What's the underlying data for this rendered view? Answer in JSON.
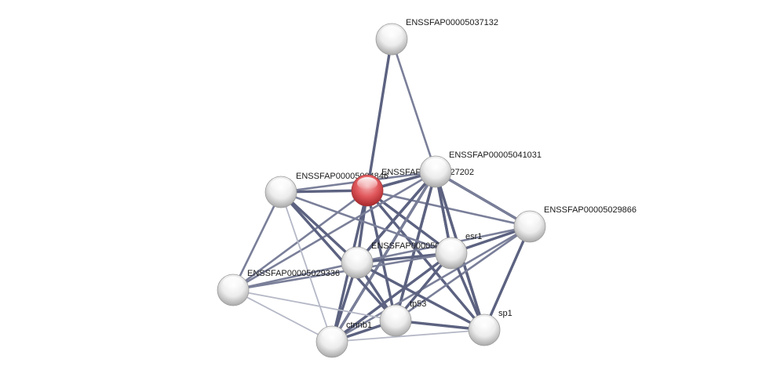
{
  "network": {
    "nodes": [
      {
        "id": "n37132",
        "label": "ENSSFAP00005037132",
        "color": "grey"
      },
      {
        "id": "n41031",
        "label": "ENSSFAP00005041031",
        "color": "grey"
      },
      {
        "id": "n27202",
        "label": "ENSSFAP00005027202",
        "color": "grey"
      },
      {
        "id": "n04846",
        "label": "ENSSFAP00005004846",
        "color": "red"
      },
      {
        "id": "n29866",
        "label": "ENSSFAP00005029866",
        "color": "grey"
      },
      {
        "id": "esr1",
        "label": "esr1",
        "color": "grey"
      },
      {
        "id": "nHidden",
        "label": "ENSSFAP000050",
        "color": "grey"
      },
      {
        "id": "n29336",
        "label": "ENSSFAP00005029336",
        "color": "grey"
      },
      {
        "id": "tp53",
        "label": "tp53",
        "color": "grey"
      },
      {
        "id": "ctnnb1",
        "label": "ctnnb1",
        "color": "grey"
      },
      {
        "id": "sp1",
        "label": "sp1",
        "color": "grey"
      }
    ],
    "edges": [
      {
        "from": "n37132",
        "to": "n04846",
        "strength": "strong"
      },
      {
        "from": "n37132",
        "to": "n41031",
        "strength": "medium"
      },
      {
        "from": "n04846",
        "to": "n41031",
        "strength": "strong"
      },
      {
        "from": "n04846",
        "to": "n27202",
        "strength": "strong"
      },
      {
        "from": "n04846",
        "to": "esr1",
        "strength": "strong"
      },
      {
        "from": "n04846",
        "to": "nHidden",
        "strength": "strong"
      },
      {
        "from": "n04846",
        "to": "n29336",
        "strength": "medium"
      },
      {
        "from": "n04846",
        "to": "tp53",
        "strength": "strong"
      },
      {
        "from": "n04846",
        "to": "ctnnb1",
        "strength": "strong"
      },
      {
        "from": "n04846",
        "to": "sp1",
        "strength": "strong"
      },
      {
        "from": "n04846",
        "to": "n29866",
        "strength": "medium"
      },
      {
        "from": "n41031",
        "to": "n27202",
        "strength": "strong"
      },
      {
        "from": "n41031",
        "to": "n29866",
        "strength": "strong"
      },
      {
        "from": "n41031",
        "to": "esr1",
        "strength": "strong"
      },
      {
        "from": "n41031",
        "to": "nHidden",
        "strength": "strong"
      },
      {
        "from": "n41031",
        "to": "tp53",
        "strength": "strong"
      },
      {
        "from": "n41031",
        "to": "ctnnb1",
        "strength": "strong"
      },
      {
        "from": "n41031",
        "to": "sp1",
        "strength": "strong"
      },
      {
        "from": "n27202",
        "to": "esr1",
        "strength": "strong"
      },
      {
        "from": "n27202",
        "to": "nHidden",
        "strength": "strong"
      },
      {
        "from": "n27202",
        "to": "n29336",
        "strength": "medium"
      },
      {
        "from": "n27202",
        "to": "tp53",
        "strength": "strong"
      },
      {
        "from": "n27202",
        "to": "ctnnb1",
        "strength": "medium"
      },
      {
        "from": "n27202",
        "to": "sp1",
        "strength": "strong"
      },
      {
        "from": "n27202",
        "to": "n29866",
        "strength": "medium"
      },
      {
        "from": "n29866",
        "to": "esr1",
        "strength": "strong"
      },
      {
        "from": "n29866",
        "to": "nHidden",
        "strength": "medium"
      },
      {
        "from": "n29866",
        "to": "sp1",
        "strength": "strong"
      },
      {
        "from": "n29866",
        "to": "tp53",
        "strength": "medium"
      },
      {
        "from": "n29866",
        "to": "ctnnb1",
        "strength": "medium"
      },
      {
        "from": "esr1",
        "to": "nHidden",
        "strength": "strong"
      },
      {
        "from": "esr1",
        "to": "tp53",
        "strength": "strong"
      },
      {
        "from": "esr1",
        "to": "ctnnb1",
        "strength": "strong"
      },
      {
        "from": "esr1",
        "to": "sp1",
        "strength": "strong"
      },
      {
        "from": "esr1",
        "to": "n29336",
        "strength": "medium"
      },
      {
        "from": "nHidden",
        "to": "tp53",
        "strength": "strong"
      },
      {
        "from": "nHidden",
        "to": "ctnnb1",
        "strength": "strong"
      },
      {
        "from": "nHidden",
        "to": "sp1",
        "strength": "strong"
      },
      {
        "from": "nHidden",
        "to": "n29336",
        "strength": "medium"
      },
      {
        "from": "tp53",
        "to": "ctnnb1",
        "strength": "strong"
      },
      {
        "from": "tp53",
        "to": "sp1",
        "strength": "strong"
      },
      {
        "from": "tp53",
        "to": "n29336",
        "strength": "weak"
      },
      {
        "from": "ctnnb1",
        "to": "sp1",
        "strength": "weak"
      },
      {
        "from": "ctnnb1",
        "to": "n29336",
        "strength": "weak"
      },
      {
        "from": "n04846",
        "to": "n04846_dummy",
        "strength": "none"
      },
      {
        "from": "nLeft",
        "to": "n04846",
        "strength": "strong"
      },
      {
        "from": "nLeft",
        "to": "n41031",
        "strength": "medium"
      },
      {
        "from": "nLeft",
        "to": "n29336",
        "strength": "medium"
      },
      {
        "from": "nLeft",
        "to": "nHidden",
        "strength": "strong"
      },
      {
        "from": "nLeft",
        "to": "tp53",
        "strength": "strong"
      },
      {
        "from": "nLeft",
        "to": "esr1",
        "strength": "medium"
      },
      {
        "from": "nLeft",
        "to": "ctnnb1",
        "strength": "weak"
      }
    ],
    "extra_nodes": [
      {
        "id": "nLeft",
        "label": "",
        "color": "grey"
      }
    ],
    "colors": {
      "edge_strong": "#5c6280",
      "edge_medium": "#7a7f99",
      "edge_weak": "#b5b8c6",
      "node_grey": "#e6e6e6",
      "node_red": "#e0575b"
    }
  }
}
